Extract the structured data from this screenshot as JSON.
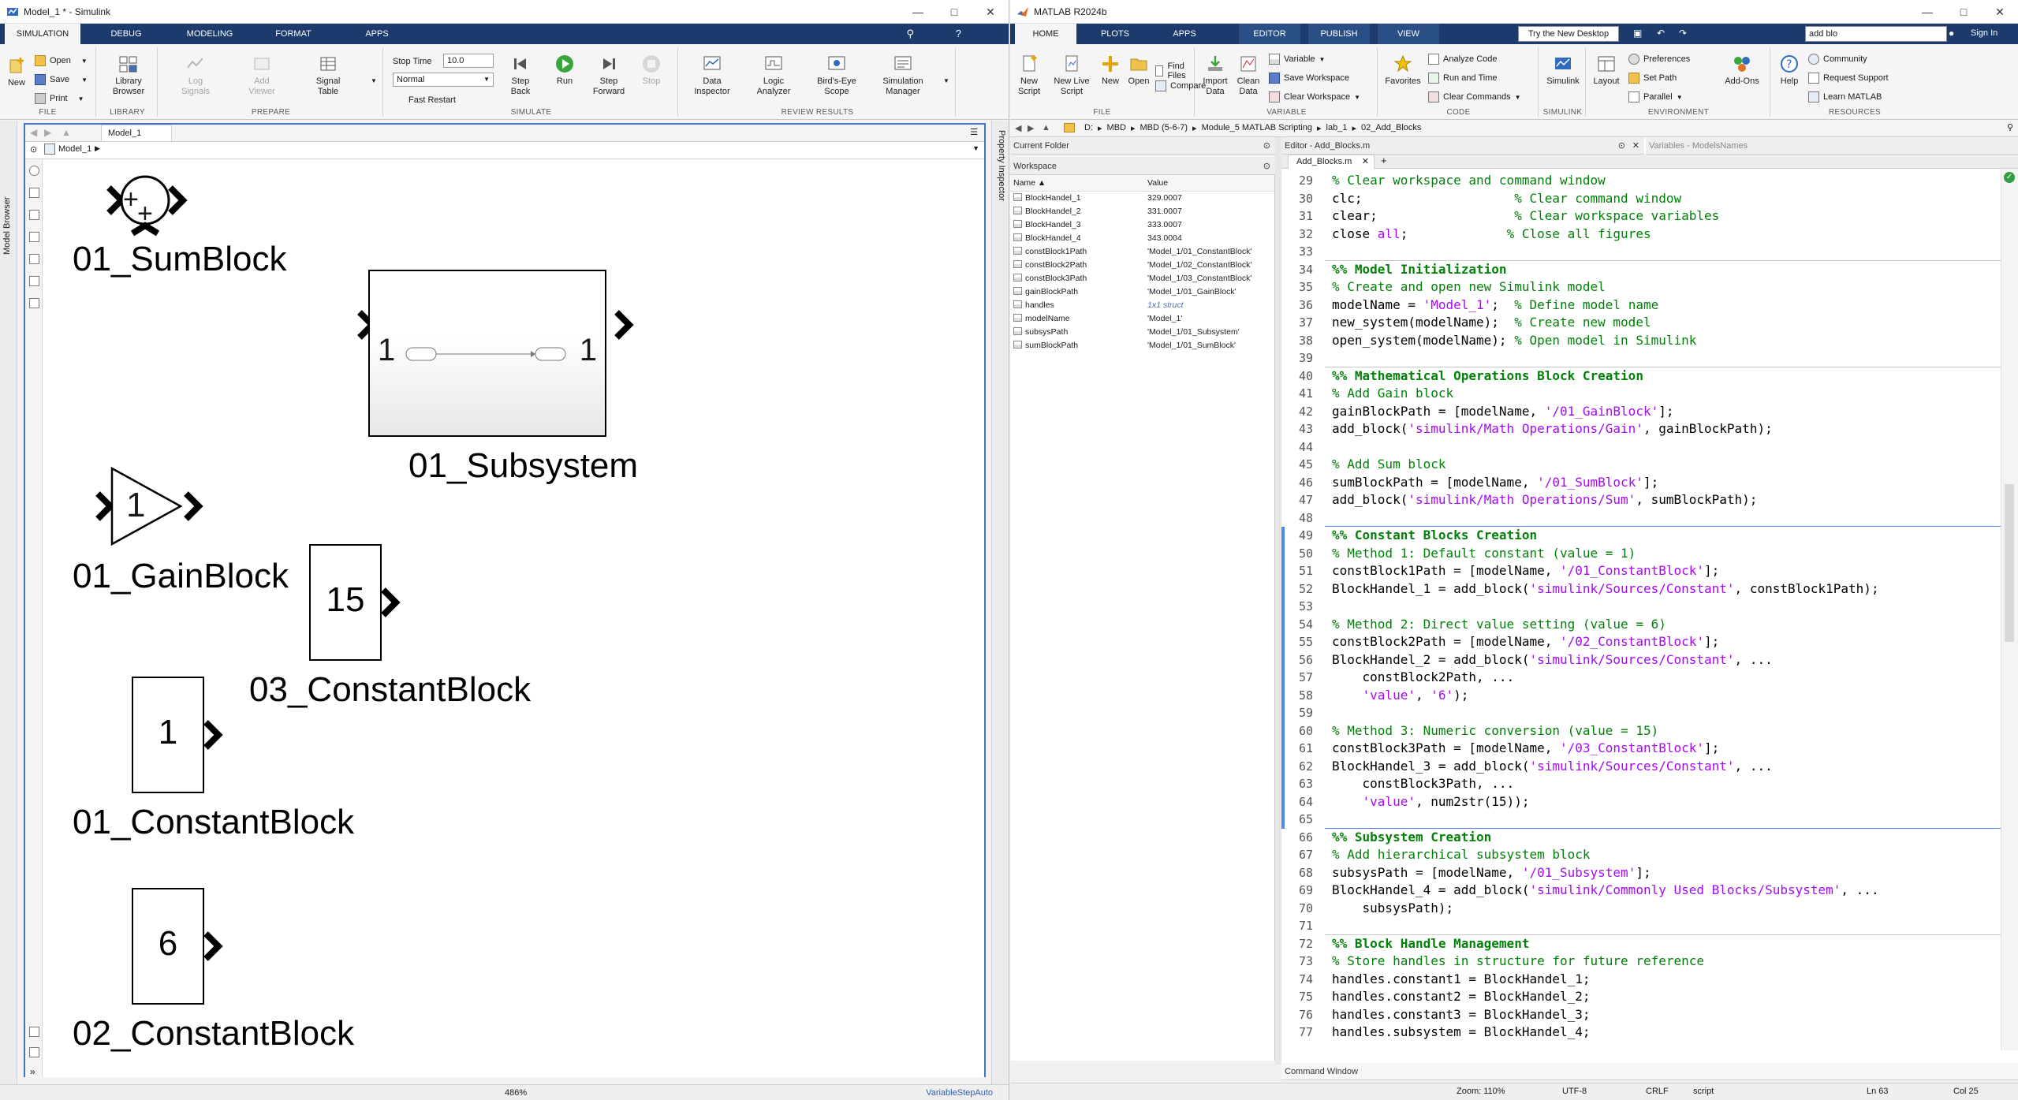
{
  "simulink": {
    "window_title": "Model_1 * - Simulink",
    "tabs": [
      "SIMULATION",
      "DEBUG",
      "MODELING",
      "FORMAT",
      "APPS"
    ],
    "active_tab": "SIMULATION",
    "file_group": {
      "label": "FILE",
      "new": "New",
      "open": "Open",
      "save": "Save",
      "print": "Print"
    },
    "library_group": {
      "label": "LIBRARY",
      "library_browser": "Library Browser"
    },
    "prepare_group": {
      "label": "PREPARE",
      "log_signals": "Log Signals",
      "add_viewer": "Add Viewer",
      "signal_table": "Signal Table"
    },
    "simulate_group": {
      "label": "SIMULATE",
      "stop_time_label": "Stop Time",
      "stop_time_value": "10.0",
      "mode_value": "Normal",
      "fast_restart": "Fast Restart",
      "step_back": "Step Back",
      "run": "Run",
      "step_forward": "Step Forward",
      "stop": "Stop"
    },
    "review_group": {
      "label": "REVIEW RESULTS",
      "data_inspector": "Data Inspector",
      "logic_analyzer": "Logic Analyzer",
      "birds_eye": "Bird's-Eye Scope",
      "sim_manager": "Simulation Manager"
    },
    "model_tab": "Model_1",
    "address": "Model_1",
    "model_browser_label": "Model Browser",
    "property_inspector_label": "Property Inspector",
    "blocks": {
      "sum_name": "01_SumBlock",
      "sum_signs": "++",
      "subsystem_name": "01_Subsystem",
      "subsystem_in": "1",
      "subsystem_out": "1",
      "gain_name": "01_GainBlock",
      "gain_value": "1",
      "const3_name": "03_ConstantBlock",
      "const3_value": "15",
      "const1_name": "01_ConstantBlock",
      "const1_value": "1",
      "const2_name": "02_ConstantBlock",
      "const2_value": "6"
    },
    "status": {
      "zoom": "486%",
      "solver": "VariableStepAuto"
    }
  },
  "matlab": {
    "window_title": "MATLAB R2024b",
    "tabs": [
      "HOME",
      "PLOTS",
      "APPS",
      "EDITOR",
      "PUBLISH",
      "VIEW"
    ],
    "try_desktop": "Try the New Desktop",
    "search_value": "add blo",
    "sign_in": "Sign In",
    "file_group": {
      "label": "FILE",
      "new_script": "New Script",
      "new_live_script": "New Live Script",
      "new": "New",
      "open": "Open",
      "find_files": "Find Files",
      "compare": "Compare"
    },
    "variable_group": {
      "label": "VARIABLE",
      "import_data": "Import Data",
      "clean_data": "Clean Data",
      "variable": "Variable",
      "save_workspace": "Save Workspace",
      "clear_workspace": "Clear Workspace"
    },
    "code_group": {
      "label": "CODE",
      "favorites": "Favorites",
      "analyze_code": "Analyze Code",
      "run_and_time": "Run and Time",
      "clear_commands": "Clear Commands"
    },
    "simulink_group": {
      "label": "SIMULINK",
      "simulink": "Simulink"
    },
    "environment_group": {
      "label": "ENVIRONMENT",
      "layout": "Layout",
      "preferences": "Preferences",
      "set_path": "Set Path",
      "parallel": "Parallel",
      "add_ons": "Add-Ons"
    },
    "resources_group": {
      "label": "RESOURCES",
      "help": "Help",
      "community": "Community",
      "request_support": "Request Support",
      "learn_matlab": "Learn MATLAB"
    },
    "path": [
      "D:",
      "MBD",
      "MBD (5-6-7)",
      "Module_5 MATLAB Scripting",
      "lab_1",
      "02_Add_Blocks"
    ],
    "current_folder_label": "Current Folder",
    "workspace_label": "Workspace",
    "ws_col_name": "Name",
    "ws_col_value": "Value",
    "workspace": [
      {
        "name": "BlockHandel_1",
        "value": "329.0007"
      },
      {
        "name": "BlockHandel_2",
        "value": "331.0007"
      },
      {
        "name": "BlockHandel_3",
        "value": "333.0007"
      },
      {
        "name": "BlockHandel_4",
        "value": "343.0004"
      },
      {
        "name": "constBlock1Path",
        "value": "'Model_1/01_ConstantBlock'"
      },
      {
        "name": "constBlock2Path",
        "value": "'Model_1/02_ConstantBlock'"
      },
      {
        "name": "constBlock3Path",
        "value": "'Model_1/03_ConstantBlock'"
      },
      {
        "name": "gainBlockPath",
        "value": "'Model_1/01_GainBlock'"
      },
      {
        "name": "handles",
        "value": "1x1 struct"
      },
      {
        "name": "modelName",
        "value": "'Model_1'"
      },
      {
        "name": "subsysPath",
        "value": "'Model_1/01_Subsystem'"
      },
      {
        "name": "sumBlockPath",
        "value": "'Model_1/01_SumBlock'"
      }
    ],
    "editor_title": "Editor - Add_Blocks.m",
    "variables_title": "Variables - ModelsNames",
    "editor_tab": "Add_Blocks.m",
    "command_window_label": "Command Window",
    "status": {
      "zoom": "Zoom: 110%",
      "encoding": "UTF-8",
      "eol": "CRLF",
      "type": "script",
      "line": "Ln 63",
      "col": "Col 25"
    },
    "code_lines": [
      {
        "n": "29",
        "t": "% Clear workspace and command window",
        "k": "cm"
      },
      {
        "n": "30",
        "t": "clc;                    % Clear command window",
        "k": "mix"
      },
      {
        "n": "31",
        "t": "clear;                  % Clear workspace variables",
        "k": "mix"
      },
      {
        "n": "32",
        "t": "close all;             % Close all figures",
        "k": "mix"
      },
      {
        "n": "33",
        "t": "",
        "k": ""
      },
      {
        "n": "34",
        "t": "%% Model Initialization",
        "k": "cmb"
      },
      {
        "n": "35",
        "t": "% Create and open new Simulink model",
        "k": "cm"
      },
      {
        "n": "36",
        "t": "modelName = 'Model_1';  % Define model name",
        "k": "mix"
      },
      {
        "n": "37",
        "t": "new_system(modelName);  % Create new model",
        "k": "mix"
      },
      {
        "n": "38",
        "t": "open_system(modelName); % Open model in Simulink",
        "k": "mix"
      },
      {
        "n": "39",
        "t": "",
        "k": ""
      },
      {
        "n": "40",
        "t": "%% Mathematical Operations Block Creation",
        "k": "cmb"
      },
      {
        "n": "41",
        "t": "% Add Gain block",
        "k": "cm"
      },
      {
        "n": "42",
        "t": "gainBlockPath = [modelName, '/01_GainBlock'];",
        "k": "mix"
      },
      {
        "n": "43",
        "t": "add_block('simulink/Math Operations/Gain', gainBlockPath);",
        "k": "mix"
      },
      {
        "n": "44",
        "t": "",
        "k": ""
      },
      {
        "n": "45",
        "t": "% Add Sum block",
        "k": "cm"
      },
      {
        "n": "46",
        "t": "sumBlockPath = [modelName, '/01_SumBlock'];",
        "k": "mix"
      },
      {
        "n": "47",
        "t": "add_block('simulink/Math Operations/Sum', sumBlockPath);",
        "k": "mix"
      },
      {
        "n": "48",
        "t": "",
        "k": ""
      },
      {
        "n": "49",
        "t": "%% Constant Blocks Creation",
        "k": "cmb"
      },
      {
        "n": "50",
        "t": "% Method 1: Default constant (value = 1)",
        "k": "cm"
      },
      {
        "n": "51",
        "t": "constBlock1Path = [modelName, '/01_ConstantBlock'];",
        "k": "mix"
      },
      {
        "n": "52",
        "t": "BlockHandel_1 = add_block('simulink/Sources/Constant', constBlock1Path);",
        "k": "mix"
      },
      {
        "n": "53",
        "t": "",
        "k": ""
      },
      {
        "n": "54",
        "t": "% Method 2: Direct value setting (value = 6)",
        "k": "cm"
      },
      {
        "n": "55",
        "t": "constBlock2Path = [modelName, '/02_ConstantBlock'];",
        "k": "mix"
      },
      {
        "n": "56",
        "t": "BlockHandel_2 = add_block('simulink/Sources/Constant', ...",
        "k": "mix"
      },
      {
        "n": "57",
        "t": "    constBlock2Path, ...",
        "k": "mix"
      },
      {
        "n": "58",
        "t": "    'value', '6');",
        "k": "mix"
      },
      {
        "n": "59",
        "t": "",
        "k": ""
      },
      {
        "n": "60",
        "t": "% Method 3: Numeric conversion (value = 15)",
        "k": "cm"
      },
      {
        "n": "61",
        "t": "constBlock3Path = [modelName, '/03_ConstantBlock'];",
        "k": "mix"
      },
      {
        "n": "62",
        "t": "BlockHandel_3 = add_block('simulink/Sources/Constant', ...",
        "k": "mix"
      },
      {
        "n": "63",
        "t": "    constBlock3Path, ...",
        "k": "mix"
      },
      {
        "n": "64",
        "t": "    'value', num2str(15));",
        "k": "mix"
      },
      {
        "n": "65",
        "t": "",
        "k": ""
      },
      {
        "n": "66",
        "t": "%% Subsystem Creation",
        "k": "cmb"
      },
      {
        "n": "67",
        "t": "% Add hierarchical subsystem block",
        "k": "cm"
      },
      {
        "n": "68",
        "t": "subsysPath = [modelName, '/01_Subsystem'];",
        "k": "mix"
      },
      {
        "n": "69",
        "t": "BlockHandel_4 = add_block('simulink/Commonly Used Blocks/Subsystem', ...",
        "k": "mix"
      },
      {
        "n": "70",
        "t": "    subsysPath);",
        "k": "mix"
      },
      {
        "n": "71",
        "t": "",
        "k": ""
      },
      {
        "n": "72",
        "t": "%% Block Handle Management",
        "k": "cmb"
      },
      {
        "n": "73",
        "t": "% Store handles in structure for future reference",
        "k": "cm"
      },
      {
        "n": "74",
        "t": "handles.constant1 = BlockHandel_1;",
        "k": "mix"
      },
      {
        "n": "75",
        "t": "handles.constant2 = BlockHandel_2;",
        "k": "mix"
      },
      {
        "n": "76",
        "t": "handles.constant3 = BlockHandel_3;",
        "k": "mix"
      },
      {
        "n": "77",
        "t": "handles.subsystem = BlockHandel_4;",
        "k": "mix"
      }
    ]
  },
  "colors": {
    "ribbon_dark": "#1c3a6b",
    "comment": "#028009",
    "string": "#a709f5",
    "selection_blue": "#4173c7"
  }
}
